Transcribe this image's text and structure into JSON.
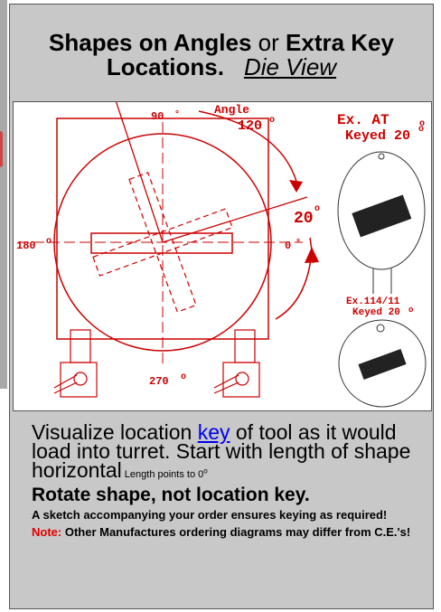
{
  "title": {
    "part1": "Shapes on Angles",
    "or": " or ",
    "part2": "Extra Key Locations.",
    "link": "Die View"
  },
  "diagram": {
    "label_90": "90",
    "label_angle": "Angle",
    "label_120": "120",
    "label_20": "20",
    "label_180": "180",
    "label_0": "0",
    "label_270": "270",
    "ex_at": "Ex. AT",
    "keyed_20": "Keyed 20",
    "ex_114": "Ex.114/11",
    "keyed_20_small": "Keyed 20"
  },
  "text": {
    "visualize_pre": "Visualize location ",
    "visualize_link": "key",
    "visualize_post": " of tool as it would load into turret.  Start with length of shape horizontal",
    "length_points": " Length points to 0",
    "degree_o": "o",
    "rotate": "Rotate shape, not location key.",
    "sketch": "A sketch accompanying your order ensures keying as required!",
    "note_label": "Note:",
    "note_text": " Other Manufactures ordering diagrams may differ from C.E.'s!"
  },
  "colors": {
    "accent": "#cc0000",
    "link": "#0000ee",
    "panel": "#c8c8c8"
  }
}
